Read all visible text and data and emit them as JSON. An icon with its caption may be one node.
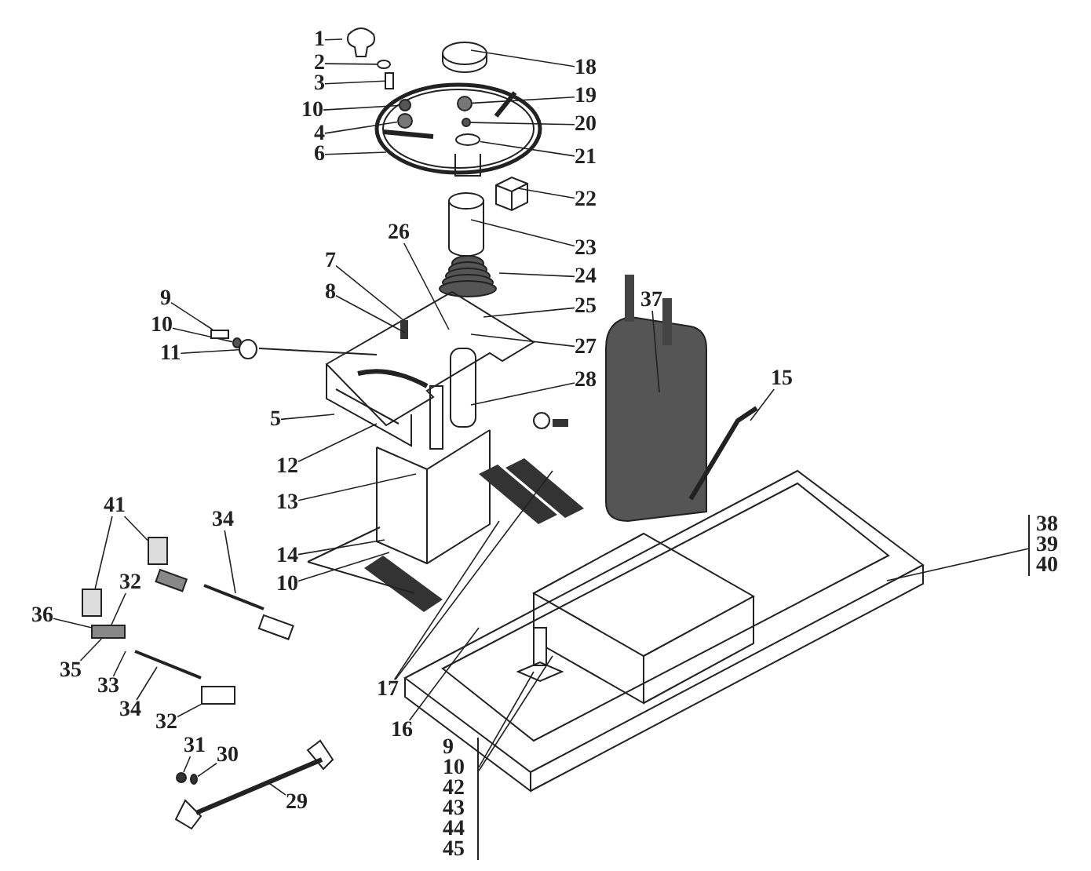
{
  "diagram": {
    "nodes": [
      {
        "text": [
          "1"
        ]
      },
      {
        "text": [
          "2"
        ]
      },
      {
        "text": [
          "3"
        ]
      },
      {
        "text": [
          "10"
        ]
      },
      {
        "text": [
          "4"
        ]
      },
      {
        "text": [
          "6"
        ]
      },
      {
        "text": [
          "18"
        ]
      },
      {
        "text": [
          "19"
        ]
      },
      {
        "text": [
          "20"
        ]
      },
      {
        "text": [
          "21"
        ]
      },
      {
        "text": [
          "22"
        ]
      },
      {
        "text": [
          "23"
        ]
      },
      {
        "text": [
          "24"
        ]
      },
      {
        "text": [
          "25"
        ]
      },
      {
        "text": [
          "26"
        ]
      },
      {
        "text": [
          "27"
        ]
      },
      {
        "text": [
          "28"
        ]
      },
      {
        "text": [
          "7"
        ]
      },
      {
        "text": [
          "8"
        ]
      },
      {
        "text": [
          "9"
        ]
      },
      {
        "text": [
          "10"
        ]
      },
      {
        "text": [
          "11"
        ]
      },
      {
        "text": [
          "5"
        ]
      },
      {
        "text": [
          "12"
        ]
      },
      {
        "text": [
          "13"
        ]
      },
      {
        "text": [
          "37"
        ]
      },
      {
        "text": [
          "15"
        ]
      },
      {
        "text": [
          "38",
          "39",
          "40"
        ]
      },
      {
        "text": [
          "41"
        ]
      },
      {
        "text": [
          "34"
        ]
      },
      {
        "text": [
          "32"
        ]
      },
      {
        "text": [
          "36"
        ]
      },
      {
        "text": [
          "35"
        ]
      },
      {
        "text": [
          "33"
        ]
      },
      {
        "text": [
          "34"
        ]
      },
      {
        "text": [
          "32"
        ]
      },
      {
        "text": [
          "14"
        ]
      },
      {
        "text": [
          "10"
        ]
      },
      {
        "text": [
          "17"
        ]
      },
      {
        "text": [
          "16"
        ]
      },
      {
        "text": [
          "31"
        ]
      },
      {
        "text": [
          "30"
        ]
      },
      {
        "text": [
          "29"
        ]
      },
      {
        "text": [
          "9",
          "10",
          "42",
          "43",
          "44",
          "45"
        ]
      },
      {
        "text": [],
        "shape": "box"
      },
      {
        "text": [],
        "shape": "box"
      },
      {
        "text": [],
        "shape": "box"
      },
      {
        "text": [],
        "shape": "box"
      },
      {
        "text": [],
        "shape": "circle"
      },
      {
        "text": [],
        "shape": "circle"
      },
      {
        "text": [],
        "shape": "circle"
      },
      {
        "text": [],
        "shape": "box"
      },
      {
        "text": [],
        "shape": "circle"
      },
      {
        "text": [],
        "shape": "circle"
      },
      {
        "text": [],
        "shape": "box"
      },
      {
        "text": [],
        "shape": "circle"
      },
      {
        "text": [],
        "shape": "circle"
      },
      {
        "text": [],
        "shape": "circle"
      },
      {
        "text": [],
        "shape": "circle"
      },
      {
        "text": [],
        "shape": "circle"
      }
    ],
    "edges": [
      {
        "from": 0,
        "to": null,
        "arrow": "none"
      },
      {
        "from": 1,
        "to": 50,
        "arrow": "none"
      },
      {
        "from": 2,
        "to": 51,
        "arrow": "none"
      },
      {
        "from": 3,
        "to": 57,
        "arrow": "none"
      },
      {
        "from": 4,
        "to": 58,
        "arrow": "none"
      },
      {
        "from": 5,
        "to": null,
        "arrow": "none"
      },
      {
        "from": 6,
        "to": null,
        "arrow": "none"
      },
      {
        "from": 7,
        "to": 52,
        "arrow": "none"
      },
      {
        "from": 8,
        "to": 59,
        "arrow": "none"
      },
      {
        "from": 9,
        "to": 53,
        "arrow": "none"
      },
      {
        "from": 10,
        "to": null,
        "arrow": "none"
      },
      {
        "from": 11,
        "to": null,
        "arrow": "none"
      },
      {
        "from": 12,
        "to": null,
        "arrow": "none"
      },
      {
        "from": 13,
        "to": null,
        "arrow": "none"
      },
      {
        "from": 14,
        "to": null,
        "arrow": "none"
      },
      {
        "from": 15,
        "to": null,
        "arrow": "none"
      },
      {
        "from": 16,
        "to": null,
        "arrow": "none"
      },
      {
        "from": 17,
        "to": null,
        "arrow": "none"
      },
      {
        "from": 18,
        "to": null,
        "arrow": "none"
      },
      {
        "from": 19,
        "to": 54,
        "arrow": "none"
      },
      {
        "from": 20,
        "to": 55,
        "arrow": "none"
      },
      {
        "from": 21,
        "to": 56,
        "arrow": "none"
      },
      {
        "from": 22,
        "to": null,
        "arrow": "none"
      },
      {
        "from": 23,
        "to": null,
        "arrow": "none"
      },
      {
        "from": 24,
        "to": null,
        "arrow": "none"
      },
      {
        "from": 25,
        "to": null,
        "arrow": "none"
      },
      {
        "from": 26,
        "to": null,
        "arrow": "none"
      },
      {
        "from": 27,
        "to": null,
        "arrow": "none"
      },
      {
        "from": 28,
        "to": 44,
        "arrow": "none"
      },
      {
        "from": 28,
        "to": 45,
        "arrow": "none"
      },
      {
        "from": 29,
        "to": null,
        "arrow": "none"
      },
      {
        "from": 30,
        "to": 46,
        "arrow": "none"
      },
      {
        "from": 31,
        "to": 46,
        "arrow": "none"
      },
      {
        "from": 32,
        "to": 46,
        "arrow": "none"
      },
      {
        "from": 33,
        "to": null,
        "arrow": "none"
      },
      {
        "from": 34,
        "to": null,
        "arrow": "none"
      },
      {
        "from": 35,
        "to": 47,
        "arrow": "none"
      },
      {
        "from": 36,
        "to": null,
        "arrow": "none"
      },
      {
        "from": 37,
        "to": null,
        "arrow": "none"
      },
      {
        "from": 38,
        "to": null,
        "arrow": "none"
      },
      {
        "from": 38,
        "to": null,
        "arrow": "none"
      },
      {
        "from": 39,
        "to": null,
        "arrow": "none"
      },
      {
        "from": 40,
        "to": 48,
        "arrow": "none"
      },
      {
        "from": 41,
        "to": 49,
        "arrow": "none"
      },
      {
        "from": 42,
        "to": null,
        "arrow": "none"
      },
      {
        "from": 43,
        "to": null,
        "arrow": "none"
      },
      {
        "from": 43,
        "to": null,
        "arrow": "none"
      }
    ]
  }
}
